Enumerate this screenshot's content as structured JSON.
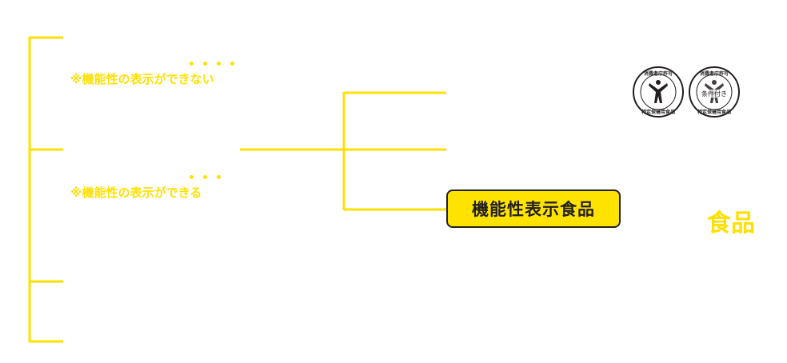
{
  "notes": {
    "cannot_display": "※機能性の表示ができない",
    "can_display": "※機能性の表示ができる"
  },
  "highlight": {
    "label": "機能性表示食品"
  },
  "category": {
    "label": "食品"
  },
  "seals": {
    "standard": {
      "top": "消費者庁許可",
      "bottom": "特定保健用食品",
      "center": ""
    },
    "conditional": {
      "top": "消費者庁許可",
      "bottom": "特定保健用食品",
      "center": "条件付き"
    }
  },
  "colors": {
    "accent": "#ffe000",
    "box_fill": "#ffe300",
    "ink": "#231f20"
  }
}
